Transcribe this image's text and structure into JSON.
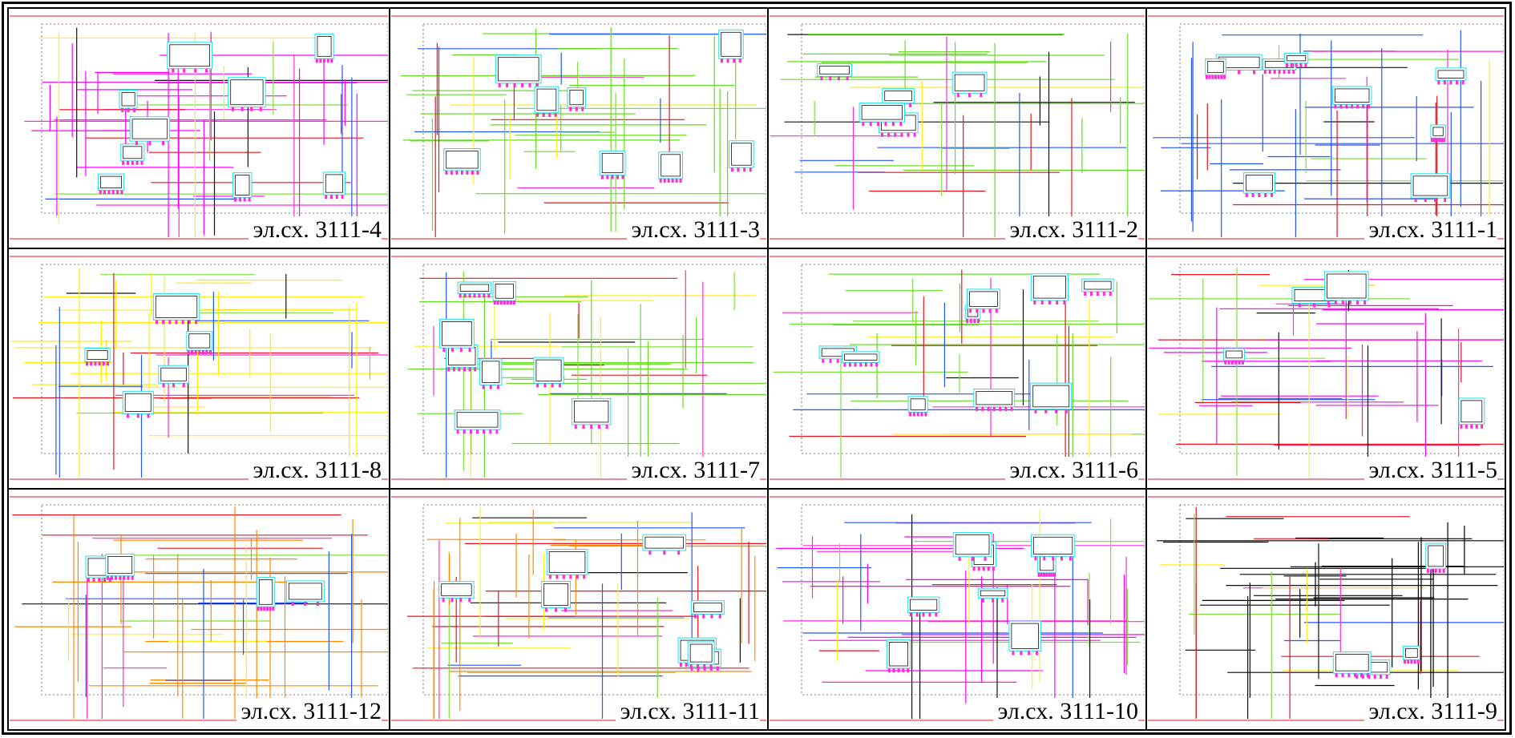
{
  "sheets": [
    {
      "label": "эл.сх. 3111-4",
      "accent": "#ff00ff"
    },
    {
      "label": "эл.сх. 3111-3",
      "accent": "#66dd22"
    },
    {
      "label": "эл.сх. 3111-2",
      "accent": "#66dd22"
    },
    {
      "label": "эл.сх. 3111-1",
      "accent": "#2255ff"
    },
    {
      "label": "эл.сх. 3111-8",
      "accent": "#ffee00"
    },
    {
      "label": "эл.сх. 3111-7",
      "accent": "#66dd22"
    },
    {
      "label": "эл.сх. 3111-6",
      "accent": "#66dd22"
    },
    {
      "label": "эл.сх. 3111-5",
      "accent": "#ff00ff"
    },
    {
      "label": "эл.сх. 3111-12",
      "accent": "#ff8800"
    },
    {
      "label": "эл.сх. 3111-11",
      "accent": "#ff8800"
    },
    {
      "label": "эл.сх. 3111-10",
      "accent": "#ff00ff"
    },
    {
      "label": "эл.сх. 3111-9",
      "accent": "#000000"
    }
  ],
  "colors": {
    "wire_red": "#e8141e",
    "wire_green": "#7ee03c",
    "wire_magenta": "#ff2bd6",
    "wire_yellow": "#ffee22",
    "wire_blue": "#2255ff",
    "wire_black": "#111111",
    "component_cyan": "#22e0f0",
    "frame": "#000000"
  }
}
